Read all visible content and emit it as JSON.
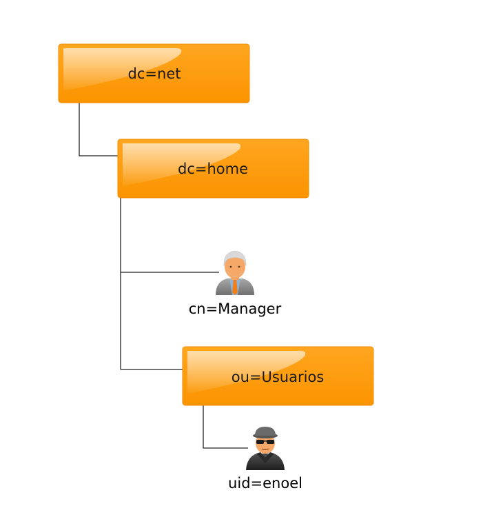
{
  "diagram": {
    "nodes": {
      "dc_net": "dc=net",
      "dc_home": "dc=home",
      "cn_manager": "cn=Manager",
      "ou_usuarios": "ou=Usuarios",
      "uid_enoel": "uid=enoel"
    },
    "icons": {
      "manager": "manager-person-icon",
      "user": "spy-person-icon"
    },
    "colors": {
      "box_fill": "#fd9a00",
      "box_border": "#f28c00",
      "line": "#222222"
    }
  }
}
